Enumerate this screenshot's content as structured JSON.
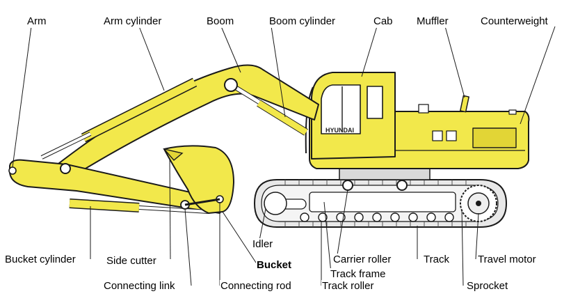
{
  "diagram": {
    "brand_text": "HYUNDAI",
    "colors": {
      "body": "#F2E84B",
      "body_dark": "#E2D536",
      "outline": "#1a1a1a",
      "track": "#e6e6e6",
      "glass": "#ffffff"
    },
    "labels": {
      "arm": "Arm",
      "arm_cylinder": "Arm cylinder",
      "boom": "Boom",
      "boom_cylinder": "Boom cylinder",
      "cab": "Cab",
      "muffler": "Muffler",
      "counterweight": "Counterweight",
      "idler": "Idler",
      "bucket": "Bucket",
      "carrier_roller": "Carrier roller",
      "track": "Track",
      "travel_motor": "Travel motor",
      "bucket_cylinder": "Bucket cylinder",
      "side_cutter": "Side cutter",
      "track_frame": "Track frame",
      "connecting_link": "Connecting link",
      "connecting_rod": "Connecting rod",
      "track_roller": "Track roller",
      "sprocket": "Sprocket"
    }
  }
}
